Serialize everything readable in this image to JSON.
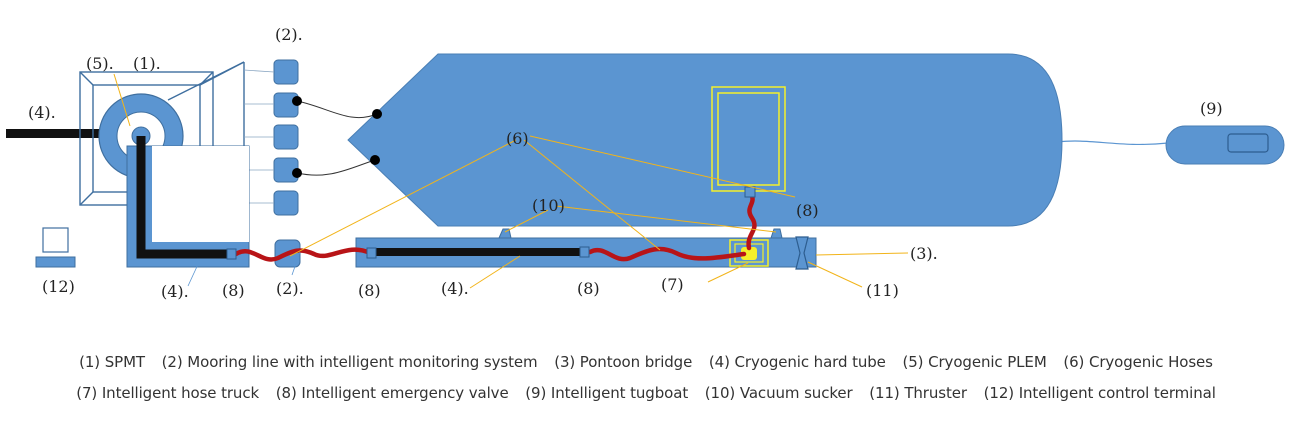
{
  "callouts": {
    "spmt": "(1).",
    "mooring_line": "(2).",
    "mooring_line_bottom": "(2).",
    "pontoon_bridge": "(3).",
    "hard_tube_left": "(4).",
    "hard_tube_lower": "(4).",
    "hard_tube_bridge": "(4).",
    "plem": "(5).",
    "hoses": "(6)",
    "hose_truck": "(7)",
    "valve_a": "(8)",
    "valve_b": "(8)",
    "valve_c": "(8)",
    "valve_ship": "(8)",
    "tugboat": "(9)",
    "vacuum_sucker": "(10)",
    "thruster": "(11)",
    "control_terminal": "(12)"
  },
  "legend": {
    "row1": [
      "(1) SPMT",
      "(2) Mooring line with intelligent monitoring system",
      "(3) Pontoon bridge",
      "(4) Cryogenic hard tube",
      "(5) Cryogenic PLEM",
      "(6) Cryogenic Hoses"
    ],
    "row2": [
      "(7) Intelligent hose truck",
      "(8) Intelligent emergency valve",
      "(9) Intelligent tugboat",
      "(10) Vacuum sucker",
      "(11) Thruster",
      "(12) Intelligent control terminal"
    ]
  },
  "colors": {
    "structure_fill": "#5b95d1",
    "structure_stroke": "#3f6f9f",
    "hard_tube": "#111111",
    "hose": "#b81417",
    "leader_line": "#f2b41a",
    "truck": "#f4f02a"
  }
}
